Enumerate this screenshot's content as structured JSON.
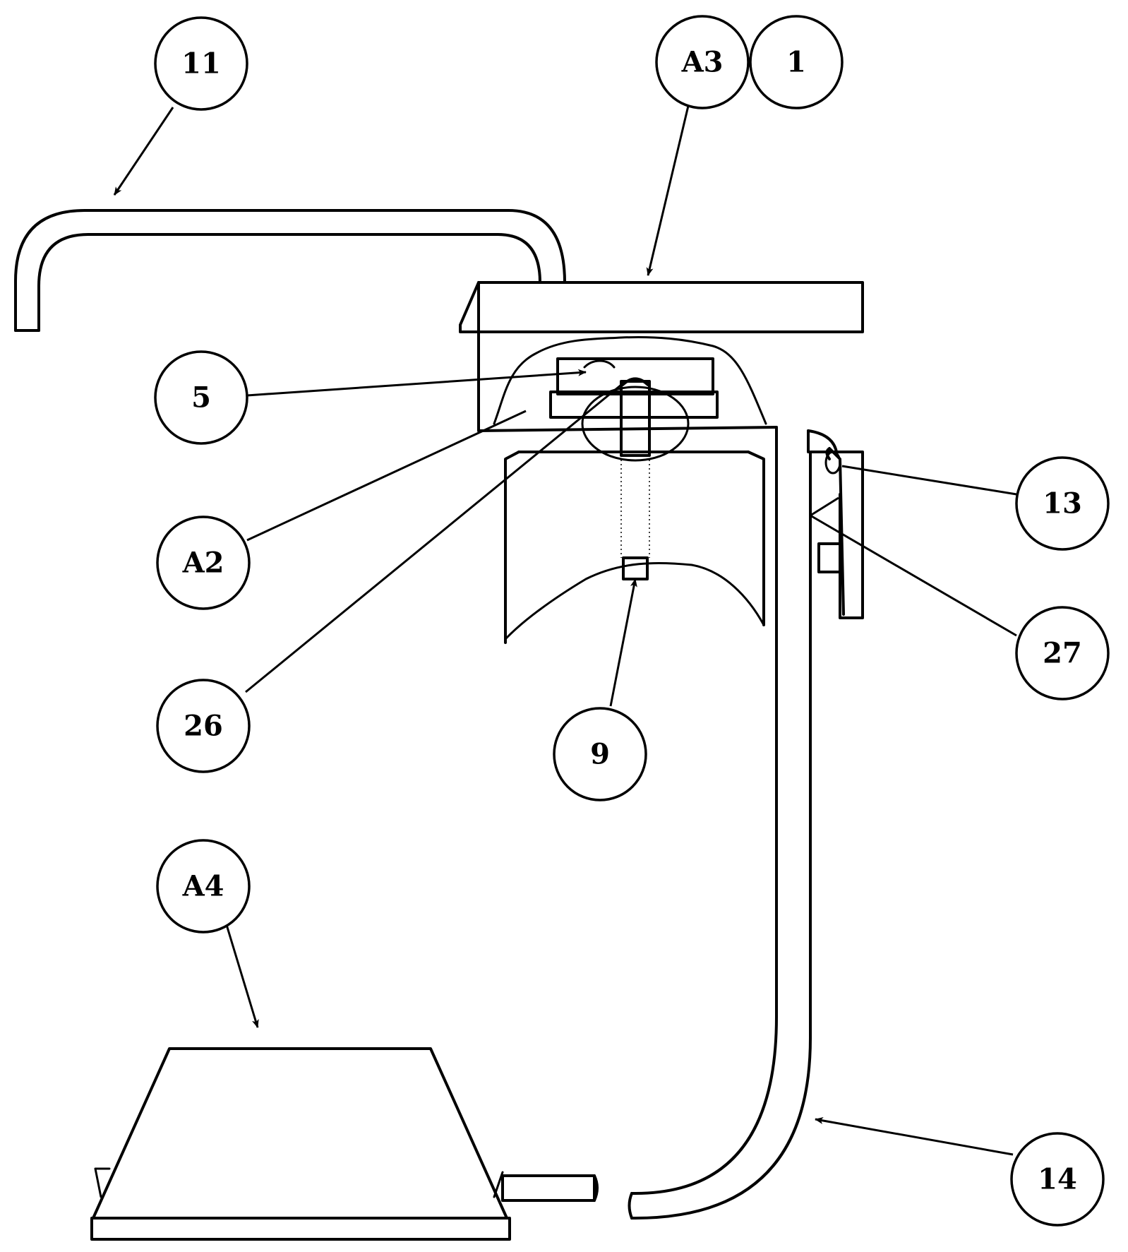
{
  "figure": {
    "callouts": [
      {
        "id": "11",
        "label": "11"
      },
      {
        "id": "A3",
        "label": "A3"
      },
      {
        "id": "1",
        "label": "1"
      },
      {
        "id": "5",
        "label": "5"
      },
      {
        "id": "A2",
        "label": "A2"
      },
      {
        "id": "13",
        "label": "13"
      },
      {
        "id": "27",
        "label": "27"
      },
      {
        "id": "26",
        "label": "26"
      },
      {
        "id": "9",
        "label": "9"
      },
      {
        "id": "A4",
        "label": "A4"
      },
      {
        "id": "14",
        "label": "14"
      }
    ]
  }
}
